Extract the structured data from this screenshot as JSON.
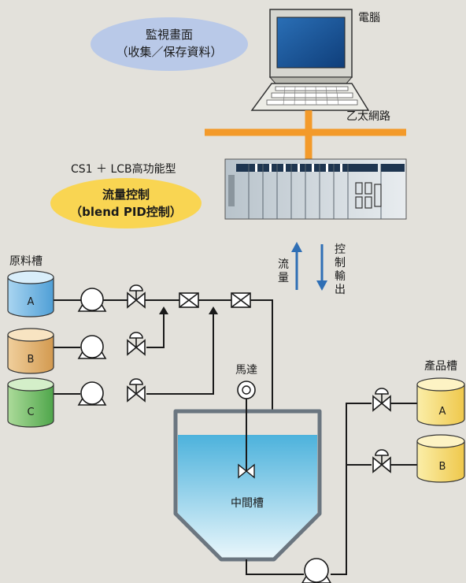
{
  "monitor": {
    "line1": "監視畫面",
    "line2": "（收集／保存資料）"
  },
  "computer_label": "電腦",
  "ethernet_label": "乙太網路",
  "plc_label": "CS1 ＋ LCB高功能型",
  "control": {
    "line1": "流量控制",
    "line2": "（blend PID控制）"
  },
  "flow_label": [
    "流",
    "量"
  ],
  "output_label": [
    "控",
    "制",
    "輸",
    "出"
  ],
  "raw_tanks": {
    "title": "原料槽",
    "items": [
      "A",
      "B",
      "C"
    ]
  },
  "motor_label": "馬達",
  "middle_tank_label": "中間槽",
  "product_tanks": {
    "title": "產品槽",
    "items": [
      "A",
      "B"
    ]
  },
  "colors": {
    "background": "#e3e1db",
    "ethernet": "#f39a2a",
    "arrow": "#2f6fb5",
    "tank_a": "#5aa9dd",
    "tank_b": "#d9a65e",
    "tank_c": "#5fb15a",
    "product": "#f6d765",
    "liquid": "#4fb3d9",
    "monitor_bubble": "#b9c9e8",
    "control_bubble": "#f9d552"
  }
}
